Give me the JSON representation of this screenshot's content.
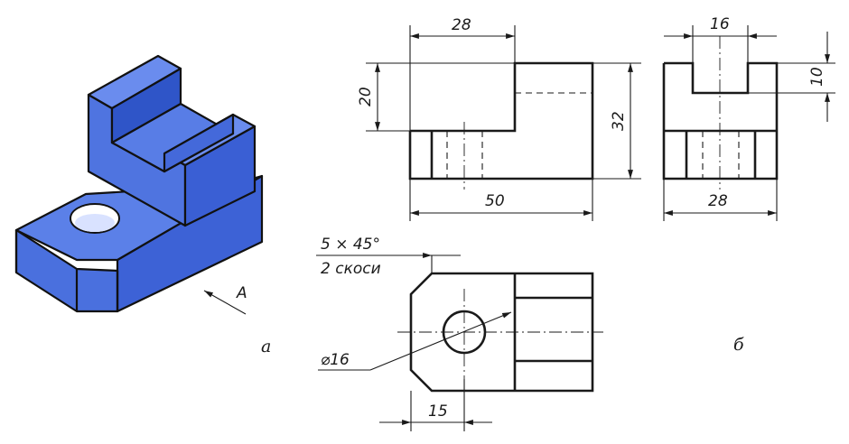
{
  "labels": {
    "caption_a": "а",
    "caption_b": "б",
    "view_arrow": "A"
  },
  "dimensions": {
    "front_top_width": "28",
    "front_height_step": "20",
    "front_total_height": "32",
    "front_total_width": "50",
    "side_slot_width": "16",
    "side_slot_depth": "10",
    "side_total_width": "28",
    "chamfer_line1": "5 × 45°",
    "chamfer_line2": "2 скоси",
    "hole_diameter": "⌀16",
    "hole_position": "15"
  },
  "colors": {
    "iso_top": "#5b7fe6",
    "iso_side": "#3f64d8",
    "iso_front": "#4b71df",
    "line": "#1a1a1a"
  }
}
